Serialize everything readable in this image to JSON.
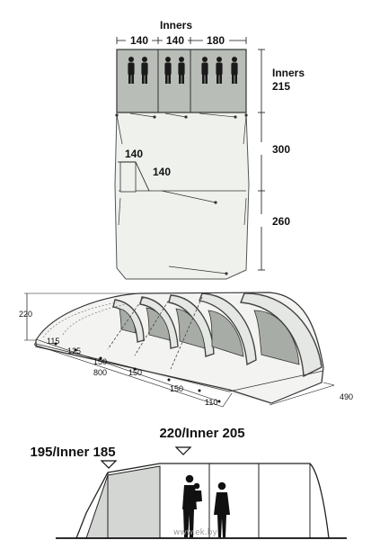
{
  "floorplan": {
    "inners_title": "Inners",
    "inner_widths": [
      "140",
      "140",
      "180"
    ],
    "inners_depth_label": "Inners",
    "inners_depth_value": "215",
    "section_depths": [
      "300",
      "260"
    ],
    "porch_dims": [
      "140",
      "140"
    ]
  },
  "side_view": {
    "height": "220",
    "arch_spacings": [
      "115",
      "125",
      "150",
      "150",
      "150",
      "110"
    ],
    "total_length": "800",
    "width": "490"
  },
  "profile": {
    "rear_height_label": "195/Inner 185",
    "front_height_label": "220/Inner 205"
  },
  "watermark": "www.ek.by"
}
